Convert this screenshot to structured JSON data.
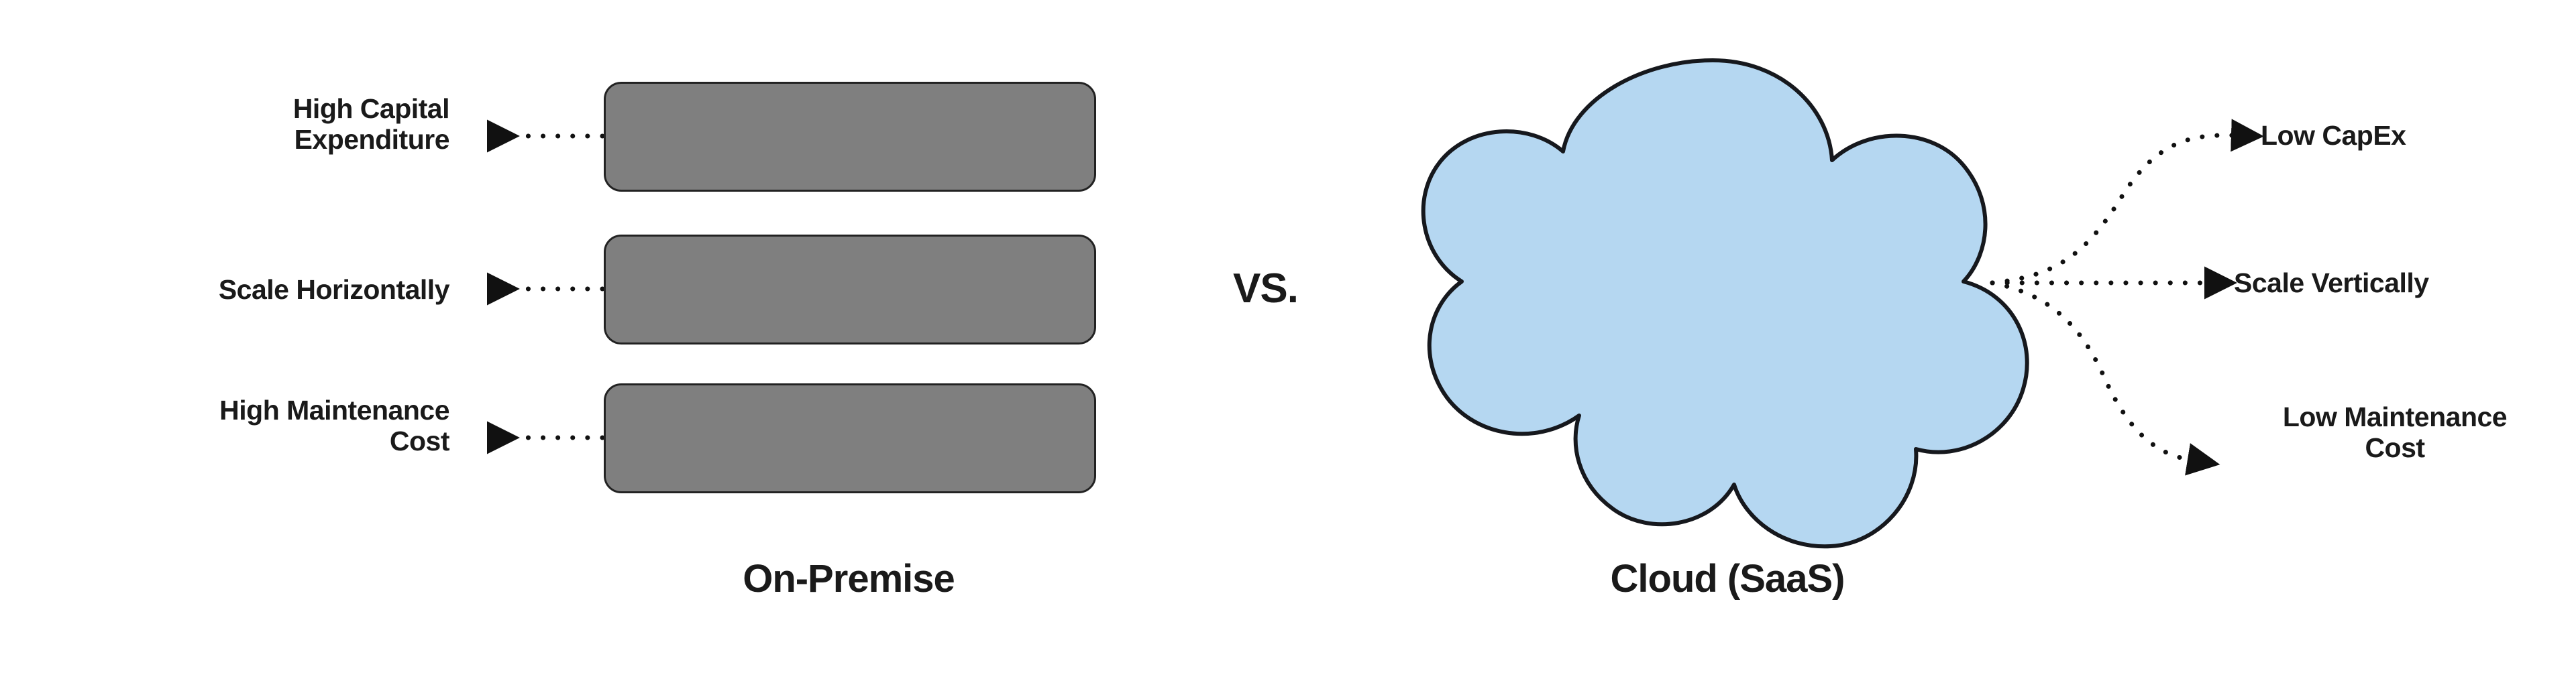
{
  "diagram": {
    "title_implicit": "On-Premise vs Cloud (SaaS) comparison",
    "background_color": "#ffffff",
    "separator_label": "VS."
  },
  "on_premise": {
    "caption": "On-Premise",
    "box_fill_color": "#7f7f7f",
    "box_border_color": "#222222",
    "box_count": 3,
    "attributes": [
      {
        "label": "High Capital\nExpenditure",
        "arrow_direction": "left"
      },
      {
        "label": "Scale Horizontally",
        "arrow_direction": "left"
      },
      {
        "label": "High Maintenance\nCost",
        "arrow_direction": "left"
      }
    ]
  },
  "cloud": {
    "caption": "Cloud (SaaS)",
    "fill_color": "#b5d7f1",
    "border_color": "#16181d",
    "icon_name": "cloud-shape",
    "attributes": [
      {
        "label": "Low CapEx",
        "arrow_direction": "right-up"
      },
      {
        "label": "Scale Vertically",
        "arrow_direction": "right"
      },
      {
        "label": "Low Maintenance\nCost",
        "arrow_direction": "right-down"
      }
    ]
  }
}
